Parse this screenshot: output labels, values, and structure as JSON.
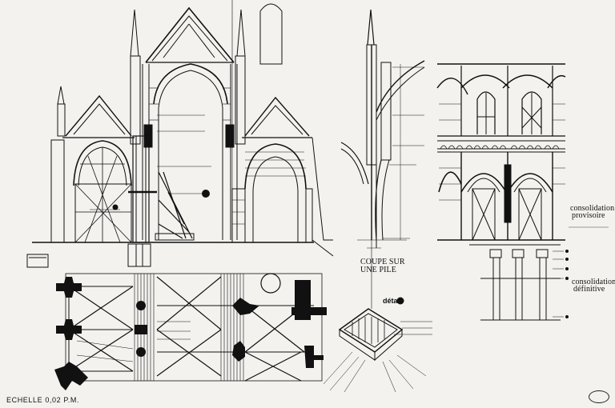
{
  "drawing": {
    "section_caption_line1": "COUPE SUR",
    "section_caption_line2": "UNE PILE",
    "detail_label": "détail",
    "provisional_line1": "consolidation",
    "provisional_line2": "provisoire",
    "definitive_line1": "consolidation",
    "definitive_line2": "définitive",
    "scale_label": "ECHELLE 0,02 P.M."
  }
}
